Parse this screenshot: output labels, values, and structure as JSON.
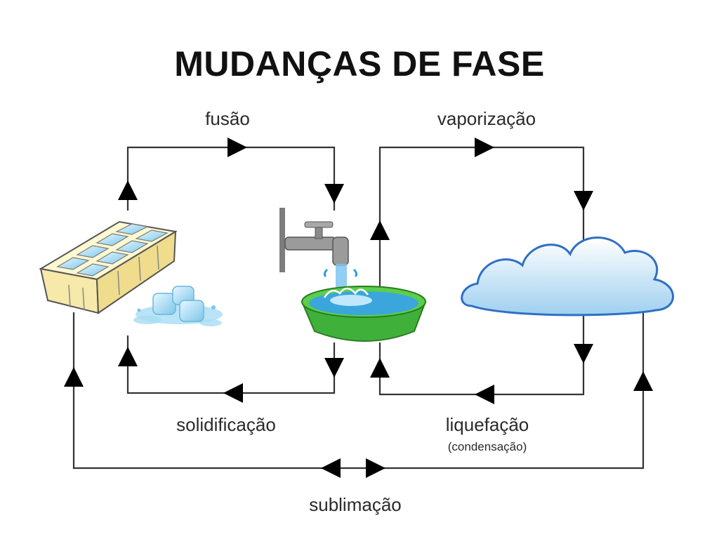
{
  "title": "MUDANÇAS DE FASE",
  "labels": {
    "fusion": "fusão",
    "vaporization": "vaporização",
    "solidification": "solidificação",
    "liquefaction": "liquefação",
    "condensation": "(condensação)",
    "sublimation": "sublimação"
  },
  "colors": {
    "line": "#333333",
    "ice": "#bfe6f5",
    "tray": "#fbf3c8",
    "bowl": "#4cbf3a",
    "water": "#2f9fd6",
    "cloud": "#cfe7f7"
  },
  "icons": [
    "ice-tray-icon",
    "ice-cubes-icon",
    "faucet-icon",
    "water-bowl-icon",
    "cloud-icon"
  ]
}
